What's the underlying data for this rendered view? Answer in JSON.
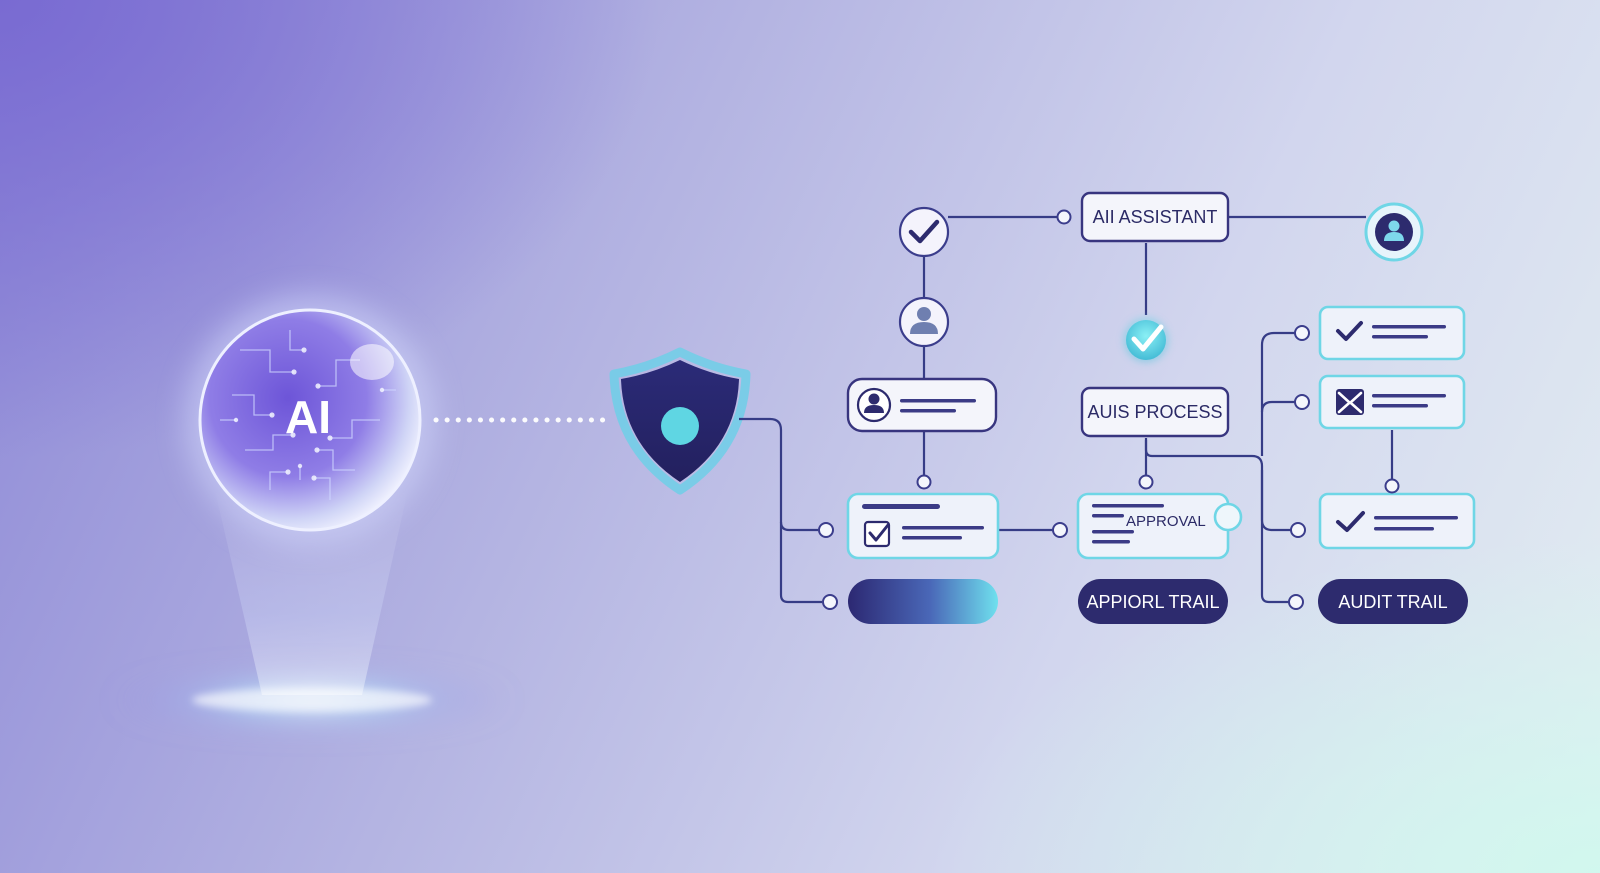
{
  "sphere": {
    "label": "AI"
  },
  "nodes": {
    "assistant": {
      "label": "AII ASSISTANT"
    },
    "process": {
      "label": "AUIS PROCESS"
    },
    "approval": {
      "label": "APPROVAL"
    }
  },
  "pills": {
    "approval_trail": "APPIORL TRAIL",
    "audit_trail": "AUDIT TRAIL"
  },
  "icons": {
    "shield": "shield-icon",
    "check": "check-icon",
    "user": "user-icon",
    "checkbox": "checkbox-icon",
    "envelope": "envelope-icon"
  },
  "colors": {
    "navy": "#2d2b6e",
    "teal": "#5fd6e3",
    "lavender": "#8c87d6"
  }
}
